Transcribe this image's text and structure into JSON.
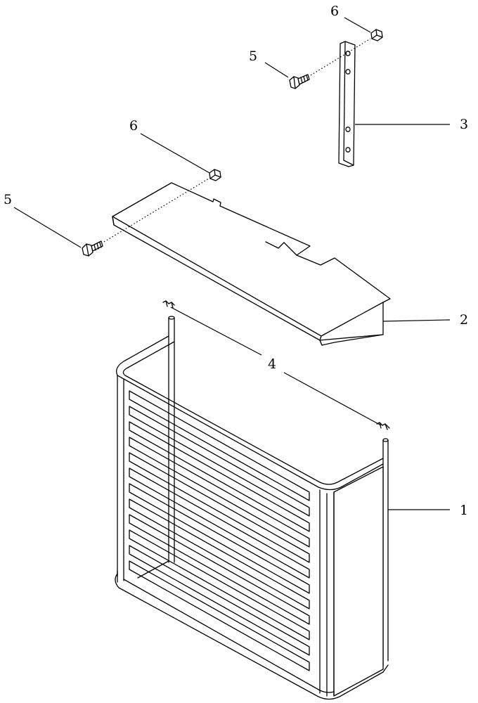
{
  "callouts": [
    {
      "label": "1"
    },
    {
      "label": "2"
    },
    {
      "label": "3"
    },
    {
      "label": "4"
    },
    {
      "label": "5"
    },
    {
      "label": "5"
    },
    {
      "label": "6"
    },
    {
      "label": "6"
    }
  ]
}
